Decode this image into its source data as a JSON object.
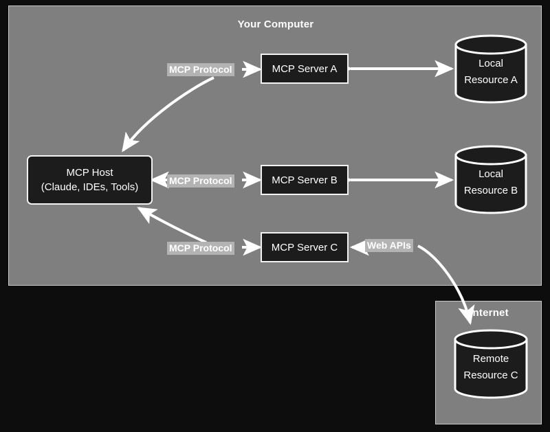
{
  "diagram": {
    "type": "architecture-diagram",
    "topic": "Model Context Protocol (MCP) architecture",
    "background_color": "#0d0d0d",
    "zone_fill_color": "#7f7f7f",
    "node_fill_color": "#1c1c1c",
    "stroke_color": "#ffffff",
    "label_badge_color": "#b3b3b3"
  },
  "zones": {
    "computer": {
      "title": "Your Computer"
    },
    "internet": {
      "title": "Internet"
    }
  },
  "nodes": {
    "host": {
      "line1": "MCP Host",
      "line2": "(Claude, IDEs, Tools)"
    },
    "server_a": {
      "label": "MCP Server A"
    },
    "server_b": {
      "label": "MCP Server B"
    },
    "server_c": {
      "label": "MCP Server C"
    },
    "resource_a": {
      "line1": "Local",
      "line2": "Resource A"
    },
    "resource_b": {
      "line1": "Local",
      "line2": "Resource B"
    },
    "resource_c": {
      "line1": "Remote",
      "line2": "Resource C"
    }
  },
  "edges": {
    "host_server_a": {
      "label": "MCP Protocol",
      "direction": "bidirectional"
    },
    "host_server_b": {
      "label": "MCP Protocol",
      "direction": "bidirectional"
    },
    "host_server_c": {
      "label": "MCP Protocol",
      "direction": "bidirectional"
    },
    "server_a_resource_a": {
      "label": "",
      "direction": "bidirectional"
    },
    "server_b_resource_b": {
      "label": "",
      "direction": "bidirectional"
    },
    "server_c_web": {
      "label": "Web APIs",
      "direction": "bidirectional"
    }
  }
}
